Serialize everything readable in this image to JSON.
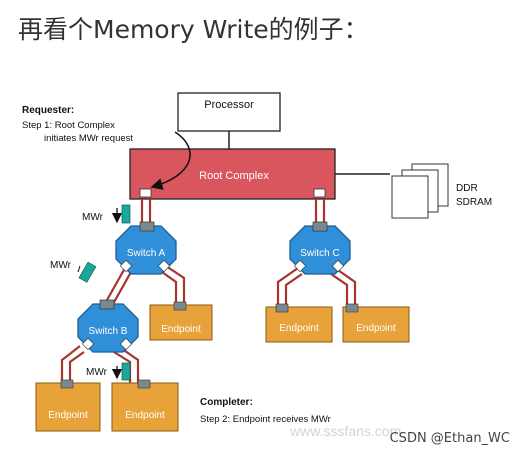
{
  "heading": "再看个Memory Write的例子：",
  "diagram": {
    "processor": "Processor",
    "root_complex": "Root Complex",
    "requester_title": "Requester:",
    "requester_line1": "Step 1: Root Complex",
    "requester_line2": "initiates MWr request",
    "ddr_line1": "DDR",
    "ddr_line2": "SDRAM",
    "switch_a": "Switch A",
    "switch_b": "Switch B",
    "switch_c": "Switch C",
    "endpoint": "Endpoint",
    "mwr": "MWr",
    "completer_title": "Completer:",
    "completer_line1": "Step 2: Endpoint receives MWr",
    "url_watermark": "www.sssfans.com"
  },
  "watermark": "CSDN @Ethan_WC",
  "colors": {
    "root_complex_fill": "#d9565e",
    "switch_fill": "#2f8fd8",
    "endpoint_fill": "#e8a23a",
    "link": "#a6352e",
    "packet": "#1aa89b"
  }
}
